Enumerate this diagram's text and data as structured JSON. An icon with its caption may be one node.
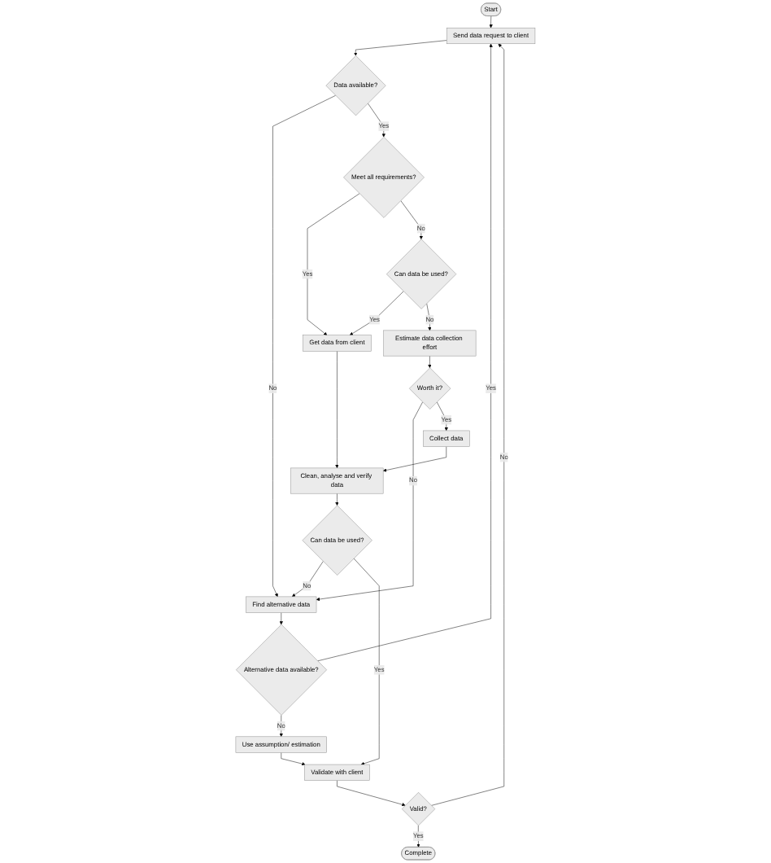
{
  "diagram": {
    "nodes": [
      {
        "text": [
          "Start"
        ]
      },
      {
        "text": [
          "Send data request to client"
        ]
      },
      {
        "text": [
          "Data available?"
        ]
      },
      {
        "text": [
          "Meet all requirements?"
        ]
      },
      {
        "text": [
          "Find alternative data"
        ]
      },
      {
        "text": [
          "Can data be used?"
        ]
      },
      {
        "text": [
          "Get data from client"
        ]
      },
      {
        "text": [
          "Alternative data available?"
        ]
      },
      {
        "text": [
          "Estimate data collection effort"
        ]
      },
      {
        "text": [
          "Worth it?"
        ]
      },
      {
        "text": [
          "Use assumption/ estimation"
        ]
      },
      {
        "text": [
          "Collect data"
        ]
      },
      {
        "text": [
          "Clean, analyse and verify data"
        ]
      },
      {
        "text": [
          "Can data be used?"
        ]
      },
      {
        "text": [
          "Validate with client"
        ]
      },
      {
        "text": [
          "Valid?"
        ]
      },
      {
        "text": [
          "Complete"
        ]
      }
    ],
    "edges": [
      {
        "from": 0,
        "to": 1,
        "arrow": "to"
      },
      {
        "from": 1,
        "to": 2,
        "arrow": "to"
      },
      {
        "from": 2,
        "to": 4,
        "label": "No",
        "arrow": "to"
      },
      {
        "from": 2,
        "to": 3,
        "label": "Yes",
        "arrow": "to"
      },
      {
        "from": 3,
        "to": 6,
        "label": "Yes",
        "arrow": "to"
      },
      {
        "from": 3,
        "to": 5,
        "label": "No",
        "arrow": "to"
      },
      {
        "from": 5,
        "to": 6,
        "label": "Yes",
        "arrow": "to"
      },
      {
        "from": 5,
        "to": 8,
        "label": "No",
        "arrow": "to"
      },
      {
        "from": 4,
        "to": 7,
        "arrow": "to"
      },
      {
        "from": 7,
        "to": 1,
        "label": "Yes",
        "arrow": "to"
      },
      {
        "from": 7,
        "to": 10,
        "label": "No",
        "arrow": "to"
      },
      {
        "from": 8,
        "to": 9,
        "arrow": "to"
      },
      {
        "from": 9,
        "to": 4,
        "label": "No",
        "arrow": "to"
      },
      {
        "from": 9,
        "to": 11,
        "label": "Yes",
        "arrow": "to"
      },
      {
        "from": 11,
        "to": 12,
        "arrow": "to"
      },
      {
        "from": 6,
        "to": 12,
        "arrow": "to"
      },
      {
        "from": 12,
        "to": 13,
        "arrow": "to"
      },
      {
        "from": 13,
        "to": 4,
        "label": "No",
        "arrow": "to"
      },
      {
        "from": 13,
        "to": 14,
        "label": "Yes",
        "arrow": "to"
      },
      {
        "from": 10,
        "to": 14,
        "arrow": "to"
      },
      {
        "from": 14,
        "to": 15,
        "arrow": "to"
      },
      {
        "from": 15,
        "to": 1,
        "label": "No",
        "arrow": "to"
      },
      {
        "from": 15,
        "to": 16,
        "label": "Yes",
        "arrow": "to"
      }
    ]
  }
}
